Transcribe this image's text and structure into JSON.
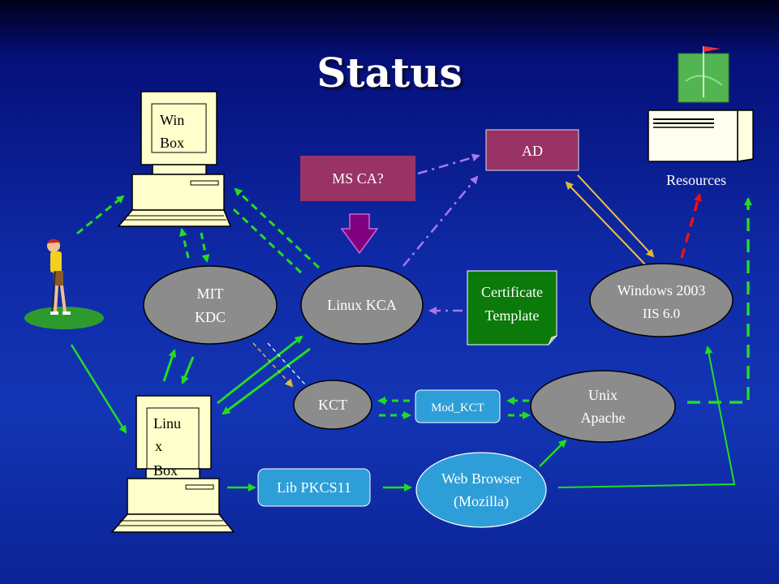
{
  "title": "Status",
  "nodes": {
    "win_box": {
      "line1": "Win",
      "line2": "Box"
    },
    "linux_box": {
      "line1": "Linu",
      "line2": "x",
      "line3": "Box"
    },
    "ms_ca": "MS CA?",
    "ad": "AD",
    "resources": "Resources",
    "mit_kdc": {
      "line1": "MIT",
      "line2": "KDC"
    },
    "linux_kca": "Linux KCA",
    "cert_template": {
      "line1": "Certificate",
      "line2": "Template"
    },
    "windows_iis": {
      "line1": "Windows 2003",
      "line2": "IIS 6.0"
    },
    "kct": "KCT",
    "mod_kct": "Mod_KCT",
    "unix_apache": {
      "line1": "Unix",
      "line2": "Apache"
    },
    "lib_pkcs11": "Lib PKCS11",
    "web_browser": {
      "line1": "Web Browser",
      "line2": "(Mozilla)"
    }
  },
  "colors": {
    "ellipse_fill": "#8c8c8c",
    "ms_ca_fill": "#993366",
    "cert_fill": "#0b7a0b",
    "blue_box_fill": "#2e9ed8",
    "green_arrow": "#22dd22",
    "purple_arrow": "#aa77ee",
    "red_arrow": "#ee1111",
    "yellow_arrow": "#ddbb33"
  }
}
